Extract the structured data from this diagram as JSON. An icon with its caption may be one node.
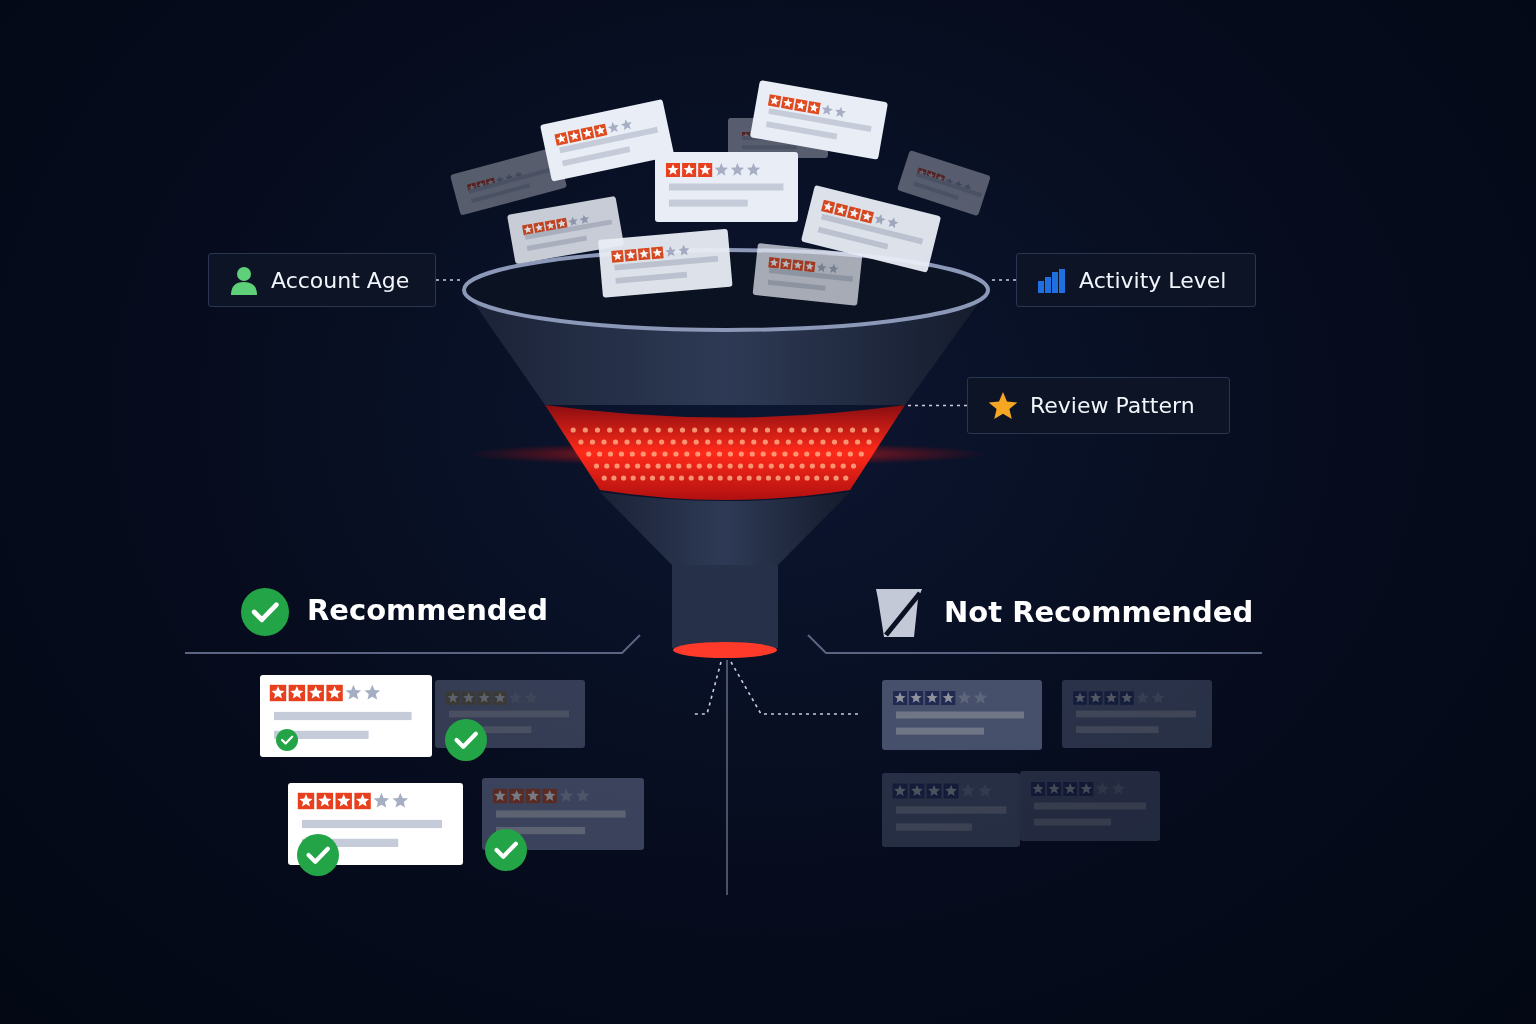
{
  "diagram": {
    "nodes": [
      {
        "text": [
          "Account Age"
        ]
      },
      {
        "text": [
          "Activity Level"
        ]
      },
      {
        "text": [
          "Review Pattern"
        ]
      },
      {
        "text": [],
        "shape": "funnel"
      },
      {
        "text": [
          "Recommended"
        ]
      },
      {
        "text": [
          "Not Recommended"
        ]
      }
    ],
    "edges": [
      {
        "from": 0,
        "to": 3,
        "arrow": "none",
        "style": "dashed"
      },
      {
        "from": 1,
        "to": 3,
        "arrow": "none",
        "style": "dashed"
      },
      {
        "from": 2,
        "to": 3,
        "arrow": "none",
        "style": "dashed"
      },
      {
        "from": 3,
        "to": 4,
        "arrow": "none",
        "style": "dashed"
      },
      {
        "from": 3,
        "to": 5,
        "arrow": "none",
        "style": "dashed"
      }
    ]
  }
}
